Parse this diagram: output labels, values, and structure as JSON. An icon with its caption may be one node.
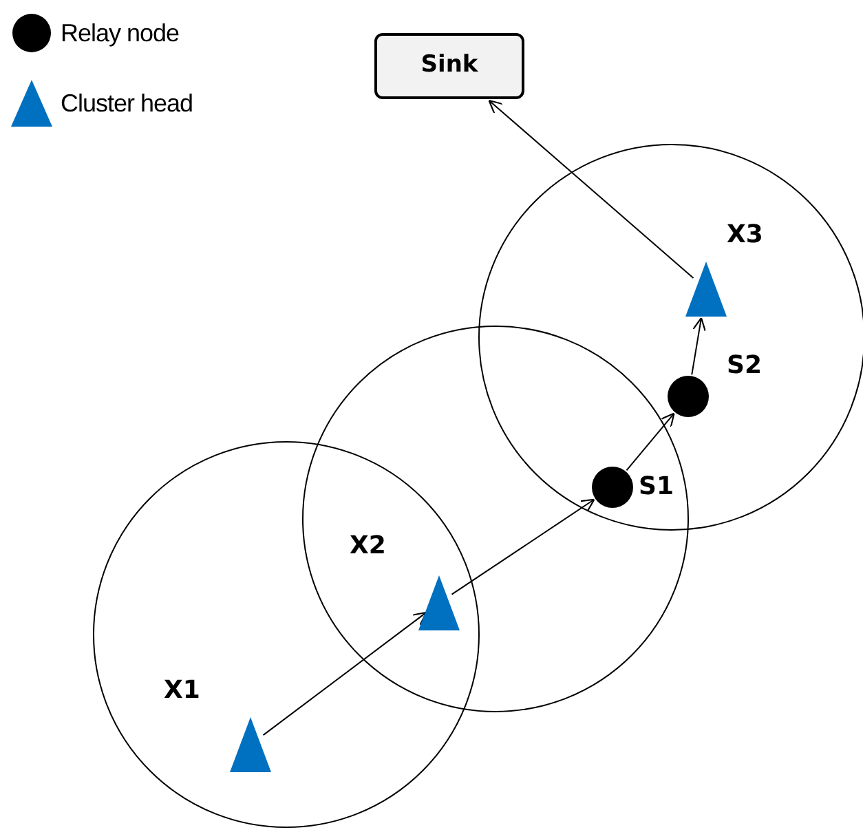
{
  "diagram": {
    "nodes": [
      {
        "text": [
          "Sink"
        ]
      },
      {
        "text": [],
        "shape": "triangle",
        "beside": [
          "X1"
        ]
      },
      {
        "text": [],
        "shape": "triangle",
        "beside": [
          "X2"
        ]
      },
      {
        "text": [],
        "shape": "circle",
        "beside": [
          "S1"
        ]
      },
      {
        "text": [],
        "shape": "circle",
        "beside": [
          "S2"
        ]
      },
      {
        "text": [],
        "shape": "triangle",
        "beside": [
          "X3"
        ]
      }
    ],
    "edges": [
      {
        "from": 1,
        "to": 2,
        "arrow": "to"
      },
      {
        "from": 2,
        "to": 3,
        "arrow": "to"
      },
      {
        "from": 3,
        "to": 4,
        "arrow": "to"
      },
      {
        "from": 4,
        "to": 5,
        "arrow": "to"
      },
      {
        "from": 5,
        "to": 0,
        "arrow": "to"
      }
    ],
    "legend": [
      {
        "text": "Relay node"
      },
      {
        "text": "Cluster head"
      }
    ]
  }
}
